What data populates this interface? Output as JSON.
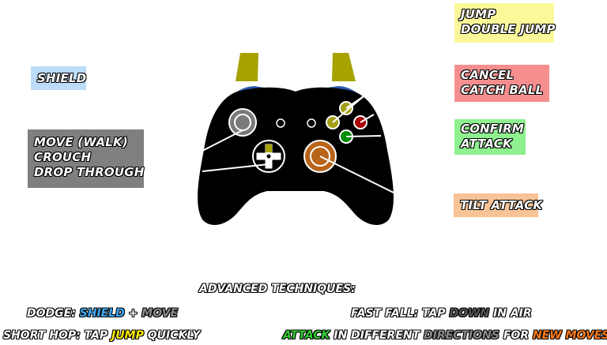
{
  "colors": {
    "shield_box": "#bcdcfa",
    "move_box": "#7f7f7f",
    "jump_box": "#fbf89a",
    "cancel_box": "#f58f8f",
    "confirm_box": "#8ef08e",
    "tilt_box": "#f8c396",
    "controller_body": "#000000",
    "triggers": "#a6a200",
    "bumpers": "#2a58a6",
    "button_yellow": "#a3a016",
    "button_red": "#a80000",
    "button_green": "#008a00",
    "right_stick": "#b8641a",
    "shield_accent": "#3fa9f5",
    "move_accent": "#8c8c8c",
    "jump_accent": "#ffee00",
    "down_accent": "#555555",
    "attack_accent": "#33cc33",
    "directions_accent": "#8c8c8c",
    "newmoves_accent": "#ff7a1a"
  },
  "labels": {
    "shield": "SHIELD",
    "move": [
      "MOVE (WALK)",
      "CROUCH",
      "DROP THROUGH"
    ],
    "jump": [
      "JUMP",
      "DOUBLE JUMP"
    ],
    "cancel": [
      "CANCEL",
      "CATCH BALL"
    ],
    "confirm": [
      "CONFIRM",
      "ATTACK"
    ],
    "tilt": "TILT ATTACK"
  },
  "advanced": {
    "title": "ADVANCED TECHNIQUES:",
    "dodge": {
      "prefix": "DODGE: ",
      "shield": "SHIELD",
      "plus": " + ",
      "move": "MOVE"
    },
    "fast_fall": {
      "prefix": "FAST FALL: TAP ",
      "down": "DOWN",
      "suffix": " IN AIR"
    },
    "short_hop": {
      "prefix": "SHORT HOP: TAP ",
      "jump": "JUMP",
      "suffix": " QUICKLY"
    },
    "attack_line": {
      "attack": "ATTACK",
      "mid": " IN DIFFERENT ",
      "directions": "DIRECTIONS",
      "for": " FOR ",
      "new_moves": "NEW MOVES",
      "end": "!"
    }
  }
}
